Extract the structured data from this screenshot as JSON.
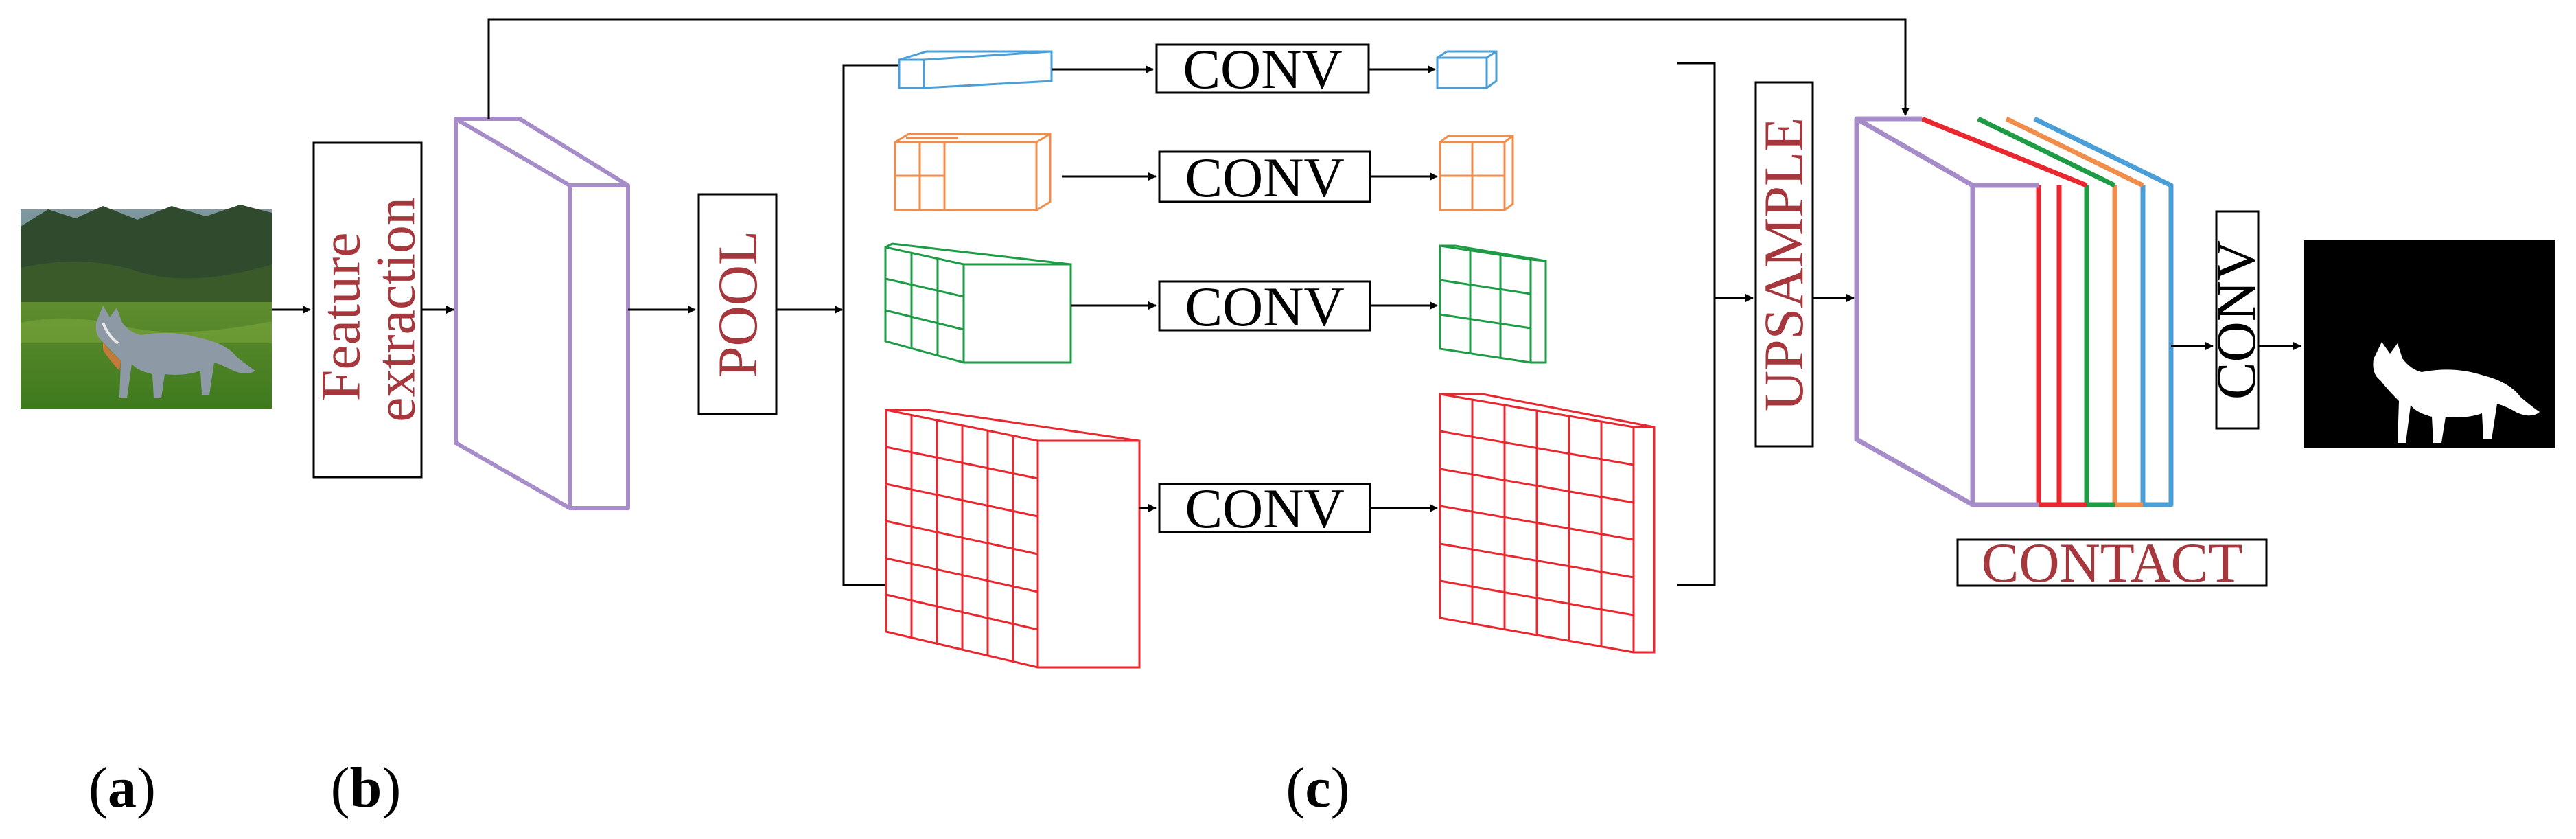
{
  "labels": {
    "feature_extraction_line1": "Feature",
    "feature_extraction_line2": "extraction",
    "pool": "POOL",
    "conv": "CONV",
    "upsample": "UPSAMPLE",
    "contact": "CONTACT",
    "conv_final": "CONV"
  },
  "panel_labels": {
    "a": "a",
    "b": "b",
    "c": "c",
    "open": "(",
    "close": ")"
  },
  "branches": [
    {
      "name": "blue",
      "color": "#4a9fd8",
      "grid": 1
    },
    {
      "name": "orange",
      "color": "#f08d4a",
      "grid": 2
    },
    {
      "name": "green",
      "color": "#1e9b45",
      "grid": 3
    },
    {
      "name": "red",
      "color": "#e8272f",
      "grid": 6
    }
  ],
  "colors": {
    "feature_map": "#a68cc8",
    "label_red": "#a6373d",
    "arrow": "#000000",
    "mask_bg": "#000000",
    "mask_fg": "#ffffff"
  },
  "images": {
    "input": "photo of a grey fox standing in green grass with forest behind",
    "output": "black-and-white segmentation mask of the fox"
  }
}
